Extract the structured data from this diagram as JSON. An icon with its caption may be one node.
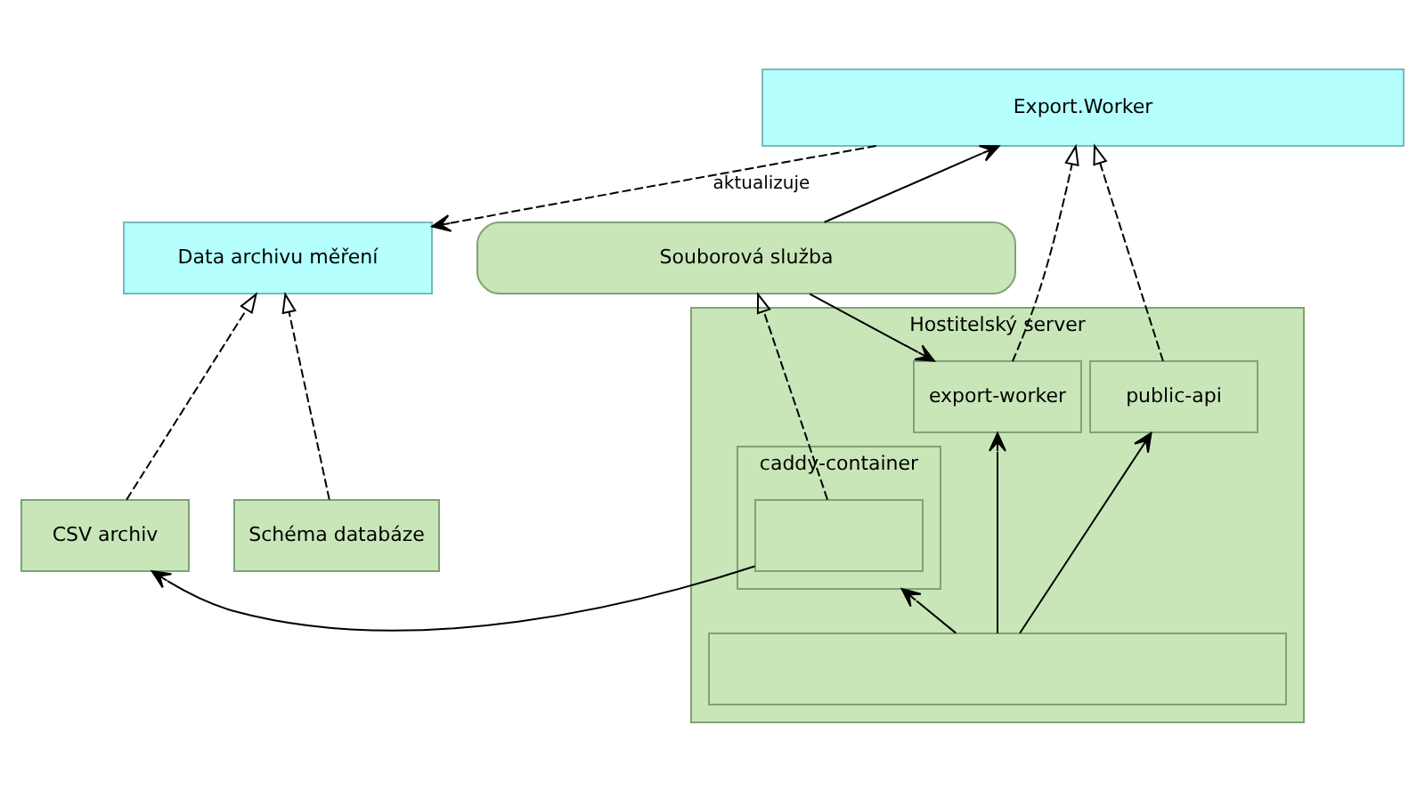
{
  "diagram": {
    "nodes": [
      {
        "text": [
          "Export.Worker"
        ]
      },
      {
        "text": [
          "Souborová služba"
        ]
      },
      {
        "text": [
          "Data archivu měření"
        ]
      },
      {
        "text": [
          "Hostitelský server"
        ]
      },
      {
        "text": [
          "export-worker"
        ],
        "in": 3
      },
      {
        "text": [
          "public-api"
        ],
        "in": 3
      },
      {
        "text": [
          "caddy-container"
        ],
        "in": 3
      },
      {
        "text": [],
        "shape": "box",
        "in": 6
      },
      {
        "text": [],
        "shape": "box",
        "in": 3
      },
      {
        "text": [
          "CSV archiv"
        ]
      },
      {
        "text": [
          "Schéma databáze"
        ]
      }
    ],
    "edges": [
      {
        "from": 4,
        "to": 0,
        "arrow": "to",
        "style": "dashed"
      },
      {
        "from": 1,
        "to": 4,
        "arrow": "to"
      },
      {
        "from": 5,
        "to": 0,
        "arrow": "to",
        "style": "dashed"
      },
      {
        "from": 1,
        "to": 0,
        "arrow": "to"
      },
      {
        "from": 0,
        "to": 2,
        "arrow": "to",
        "style": "dashed",
        "label": "aktualizuje"
      },
      {
        "from": 7,
        "to": 1,
        "arrow": "to",
        "style": "dashed"
      },
      {
        "from": 9,
        "to": 2,
        "arrow": "to",
        "style": "dashed"
      },
      {
        "from": 10,
        "to": 2,
        "arrow": "to",
        "style": "dashed"
      },
      {
        "from": 7,
        "to": 9,
        "arrow": "to"
      },
      {
        "from": 8,
        "to": 4,
        "arrow": "to"
      },
      {
        "from": 8,
        "to": 5,
        "arrow": "to"
      },
      {
        "from": 8,
        "to": 6,
        "arrow": "to"
      }
    ]
  }
}
